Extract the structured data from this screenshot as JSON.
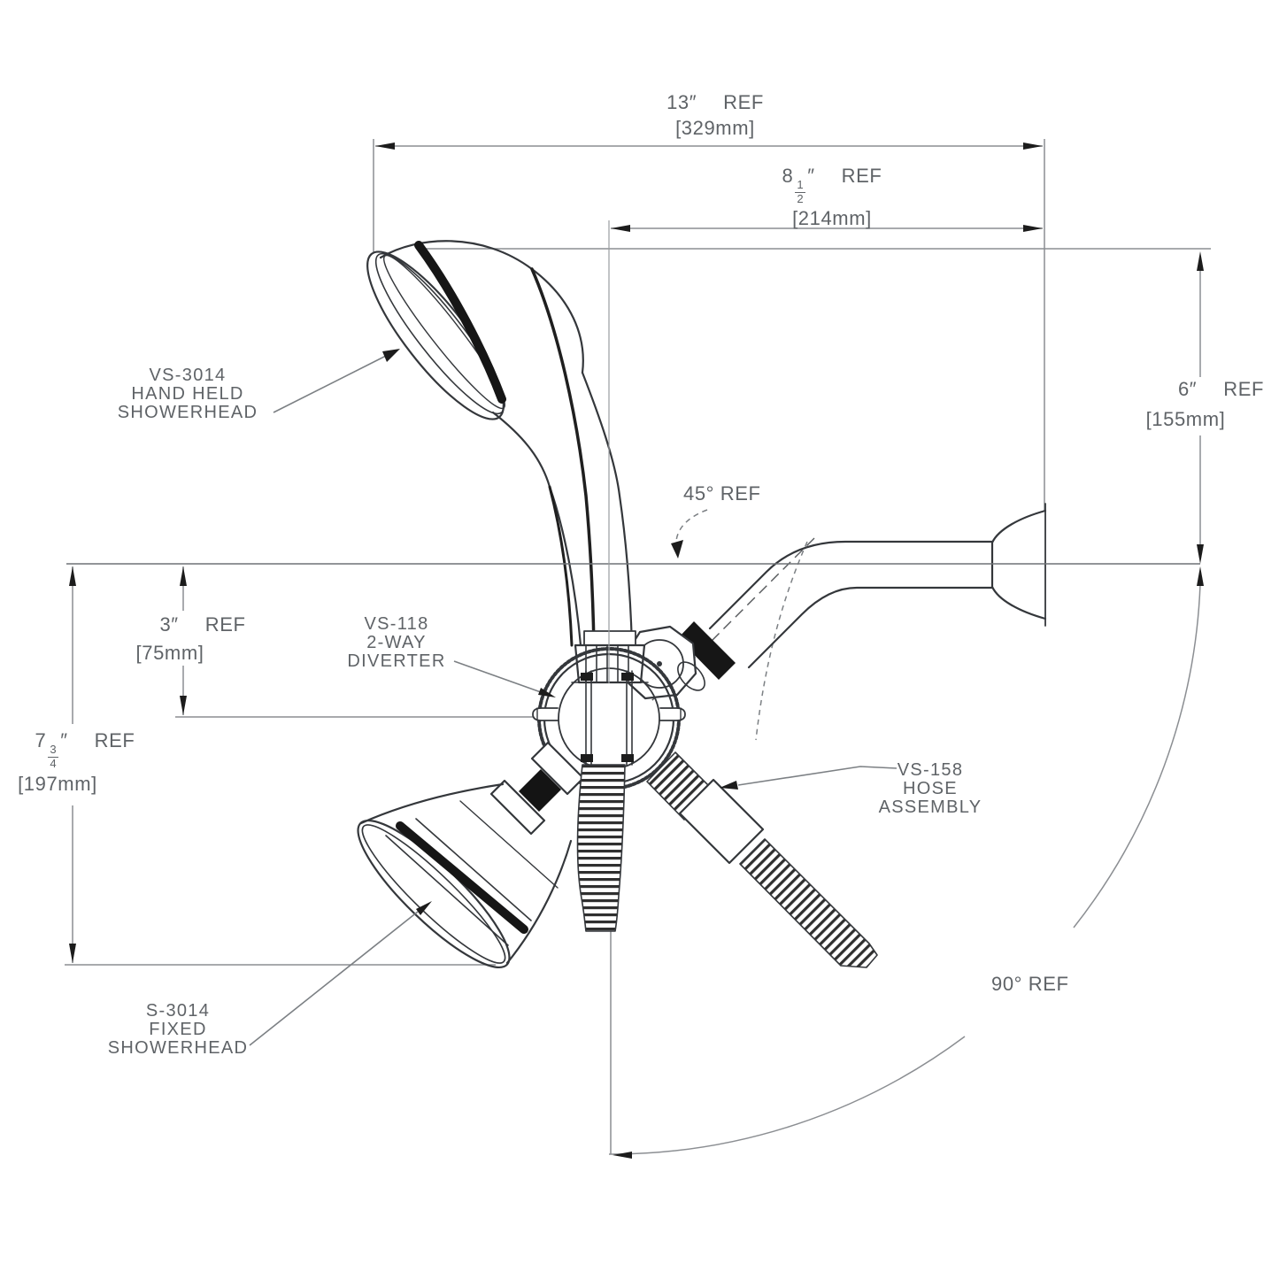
{
  "dims": {
    "d13": {
      "value": "13″",
      "ref": "REF",
      "mm": "[329mm]"
    },
    "d85": {
      "whole": "8",
      "num": "1",
      "den": "2",
      "unit": "″",
      "ref": "REF",
      "mm": "[214mm]"
    },
    "d6": {
      "value": "6″",
      "ref": "REF",
      "mm": "[155mm]"
    },
    "d3": {
      "value": "3″",
      "ref": "REF",
      "mm": "[75mm]"
    },
    "d775": {
      "whole": "7",
      "num": "3",
      "den": "4",
      "unit": "″",
      "ref": "REF",
      "mm": "[197mm]"
    },
    "a45": "45° REF",
    "a90": "90° REF"
  },
  "labels": {
    "hand_held": {
      "l1": "VS-3014",
      "l2": "HAND HELD",
      "l3": "SHOWERHEAD"
    },
    "diverter": {
      "l1": "VS-118",
      "l2": "2-WAY",
      "l3": "DIVERTER"
    },
    "hose": {
      "l1": "VS-158",
      "l2": "HOSE",
      "l3": "ASSEMBLY"
    },
    "fixed": {
      "l1": "S-3014",
      "l2": "FIXED",
      "l3": "SHOWERHEAD"
    }
  },
  "colors": {
    "linework": "#34373b",
    "dimension_lines": "#8b8e92",
    "dark_accent": "#161616",
    "text": "#5f6367",
    "background": "#ffffff"
  }
}
